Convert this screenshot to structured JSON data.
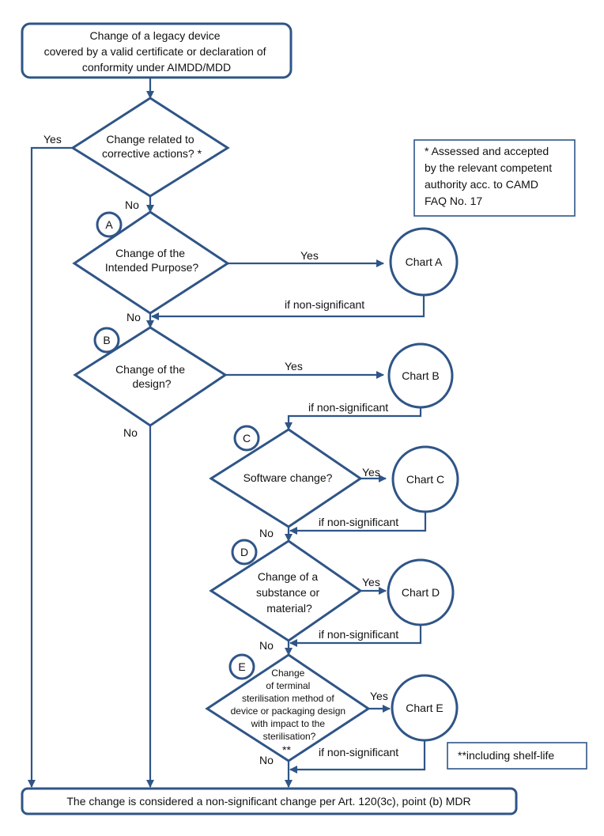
{
  "start": {
    "lines": [
      "Change of a legacy device",
      "covered by a valid certificate or declaration of",
      "conformity under AIMDD/MDD"
    ]
  },
  "end": {
    "text": "The change is considered a non-significant change per Art. 120(3c), point (b) MDR"
  },
  "note": {
    "lines": [
      "* Assessed and accepted",
      "by the relevant competent",
      "authority acc. to CAMD",
      "FAQ No. 17"
    ]
  },
  "note2": {
    "text": "**including shelf-life"
  },
  "q0": {
    "lines": [
      "Change related to",
      "corrective actions? *"
    ],
    "yes": "Yes",
    "no": "No"
  },
  "qA": {
    "marker": "A",
    "lines": [
      "Change of the",
      "Intended Purpose?"
    ],
    "yes": "Yes",
    "no": "No",
    "chart": "Chart A",
    "return": "if non-significant"
  },
  "qB": {
    "marker": "B",
    "lines": [
      "Change of the",
      "design?"
    ],
    "yes": "Yes",
    "no": "No",
    "chart": "Chart B",
    "return": "if non-significant"
  },
  "qC": {
    "marker": "C",
    "lines": [
      "Software change?"
    ],
    "yes": "Yes",
    "no": "No",
    "chart": "Chart C",
    "return": "if non-significant"
  },
  "qD": {
    "marker": "D",
    "lines": [
      "Change of a",
      "substance or",
      "material?"
    ],
    "yes": "Yes",
    "no": "No",
    "chart": "Chart D",
    "return": "if non-significant"
  },
  "qE": {
    "marker": "E",
    "lines": [
      "Change",
      "of terminal",
      "sterilisation method of",
      "device or packaging design",
      "with impact to the",
      "sterilisation?"
    ],
    "footnote": "**",
    "yes": "Yes",
    "no": "No",
    "chart": "Chart E",
    "return": "if non-significant"
  }
}
